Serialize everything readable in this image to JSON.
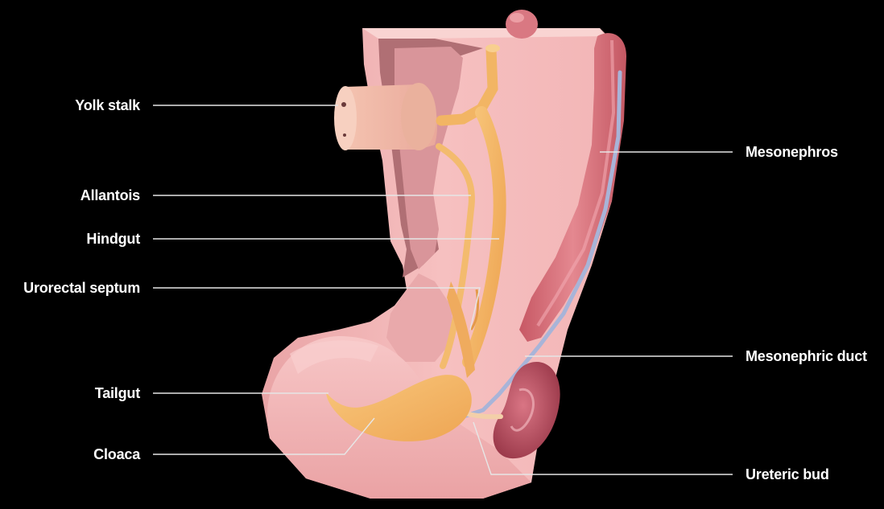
{
  "labels": {
    "yolk_stalk": "Yolk stalk",
    "allantois": "Allantois",
    "hindgut": "Hindgut",
    "urorectal_septum": "Urorectal septum",
    "tailgut": "Tailgut",
    "cloaca": "Cloaca",
    "mesonephros": "Mesonephros",
    "mesonephric_duct": "Mesonephric duct",
    "ureteric_bud": "Ureteric bud"
  },
  "colors": {
    "background": "#000000",
    "tissue_pink": "#f3b4b4",
    "tissue_shadow": "#c98a8a",
    "gut_orange": "#f5b866",
    "mesonephros_red": "#d9727a",
    "duct_blue": "#a9b6d6",
    "kidney_red": "#b44c5c",
    "leader_line": "#e8e8e8"
  }
}
